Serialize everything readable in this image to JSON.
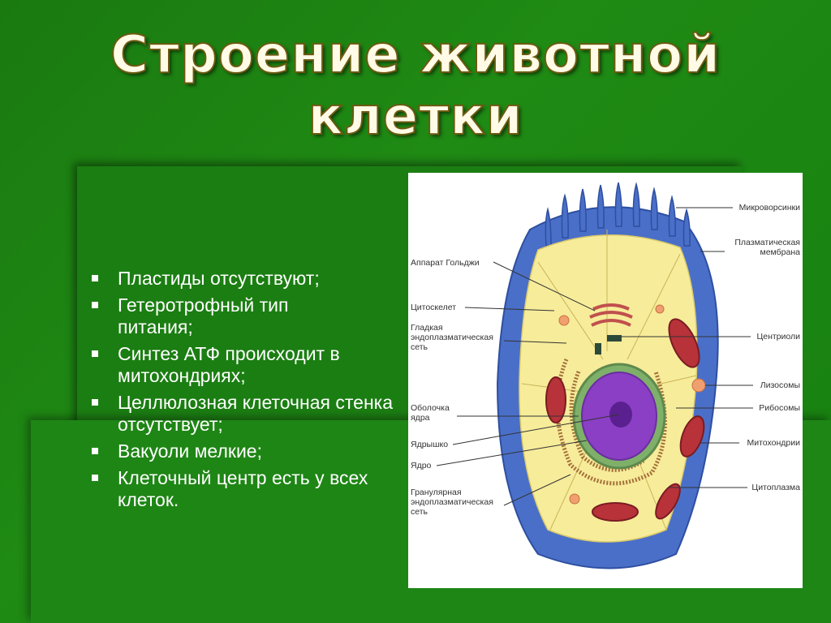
{
  "title": "Строение животной клетки",
  "bullets": [
    "Пластиды отсутствуют;",
    "Гетеротрофный тип питания;",
    "Синтез АТФ происходит в митохондриях;",
    "Целлюлозная клеточная стенка отсутствует;",
    "Вакуоли мелкие;",
    "Клеточный центр есть у всех клеток."
  ],
  "diagram": {
    "labels_left": [
      "Аппарат Гольджи",
      "Цитоскелет",
      "Гладкая эндоплазматическая сеть",
      "Оболочка ядра",
      "Ядрышко",
      "Ядро",
      "Гранулярная эндоплазматическая сеть"
    ],
    "labels_right": [
      "Микроворсинки",
      "Плазматическая мембрана",
      "Центриоли",
      "Лизосомы",
      "Рибосомы",
      "Митохондрии",
      "Цитоплазма"
    ]
  },
  "colors": {
    "background": "#1f8a14",
    "title_fill": "#fffbe6",
    "bullet_text": "#ffffff",
    "membrane": "#4a6fc8",
    "cytoplasm": "#f7ec9a",
    "nucleus": "#8a3fc4",
    "mitochondria": "#b8323a"
  }
}
